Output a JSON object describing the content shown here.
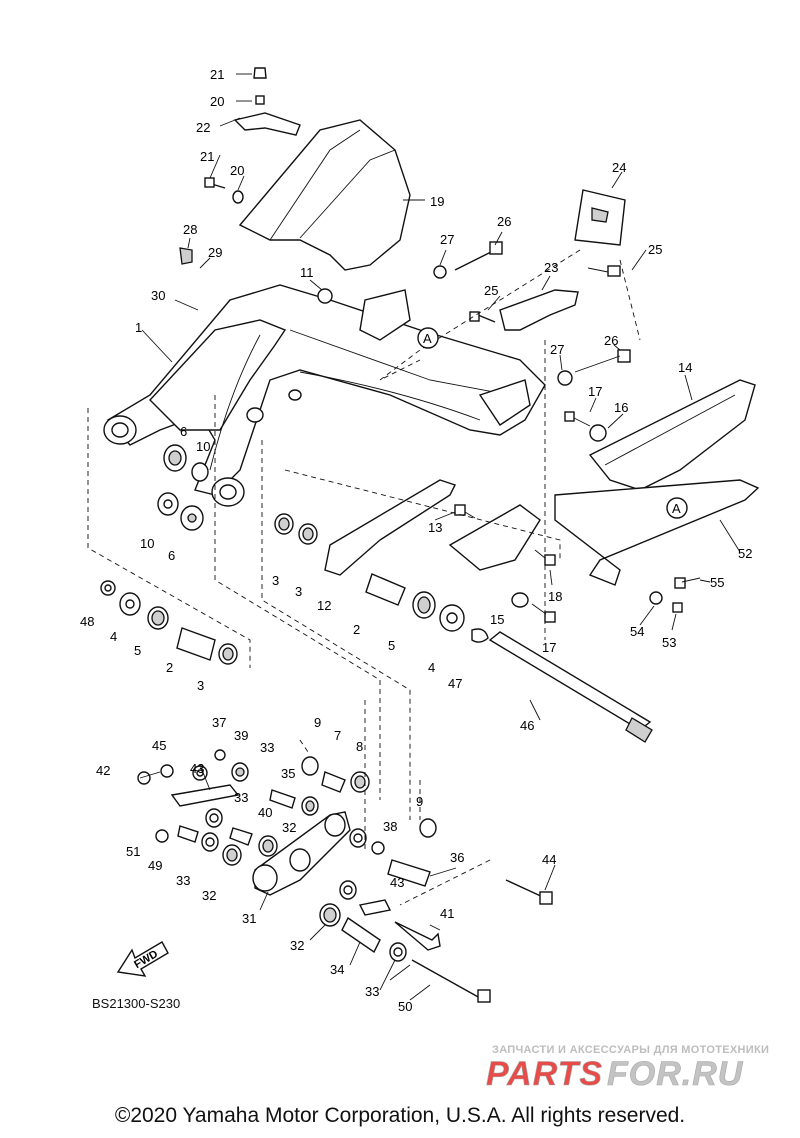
{
  "diagram_code": "BS21300-S230",
  "fwd_label": "FWD",
  "watermark": {
    "tagline": "ЗАПЧАСТИ И АКСЕССУАРЫ ДЛЯ МОТОТЕХНИКИ",
    "logo_text": "PARTSFOR.RU"
  },
  "copyright": "©2020 Yamaha Motor Corporation, U.S.A. All rights reserved.",
  "callouts": [
    "21",
    "20",
    "22",
    "21",
    "20",
    "19",
    "24",
    "26",
    "27",
    "25",
    "28",
    "29",
    "11",
    "23",
    "25",
    "30",
    "1",
    "A",
    "27",
    "26",
    "14",
    "17",
    "16",
    "6",
    "10",
    "A",
    "52",
    "13",
    "10",
    "6",
    "18",
    "55",
    "3",
    "3",
    "12",
    "2",
    "15",
    "54",
    "53",
    "48",
    "4",
    "5",
    "17",
    "5",
    "4",
    "47",
    "2",
    "3",
    "46",
    "37",
    "9",
    "39",
    "45",
    "33",
    "7",
    "8",
    "42",
    "43",
    "35",
    "33",
    "9",
    "40",
    "38",
    "32",
    "51",
    "49",
    "36",
    "44",
    "33",
    "32",
    "31",
    "43",
    "41",
    "32",
    "FWD",
    "34",
    "33",
    "50"
  ],
  "colors": {
    "line": "#111111",
    "watermark_red": "#e53935",
    "watermark_gray": "#bdbdbd"
  }
}
